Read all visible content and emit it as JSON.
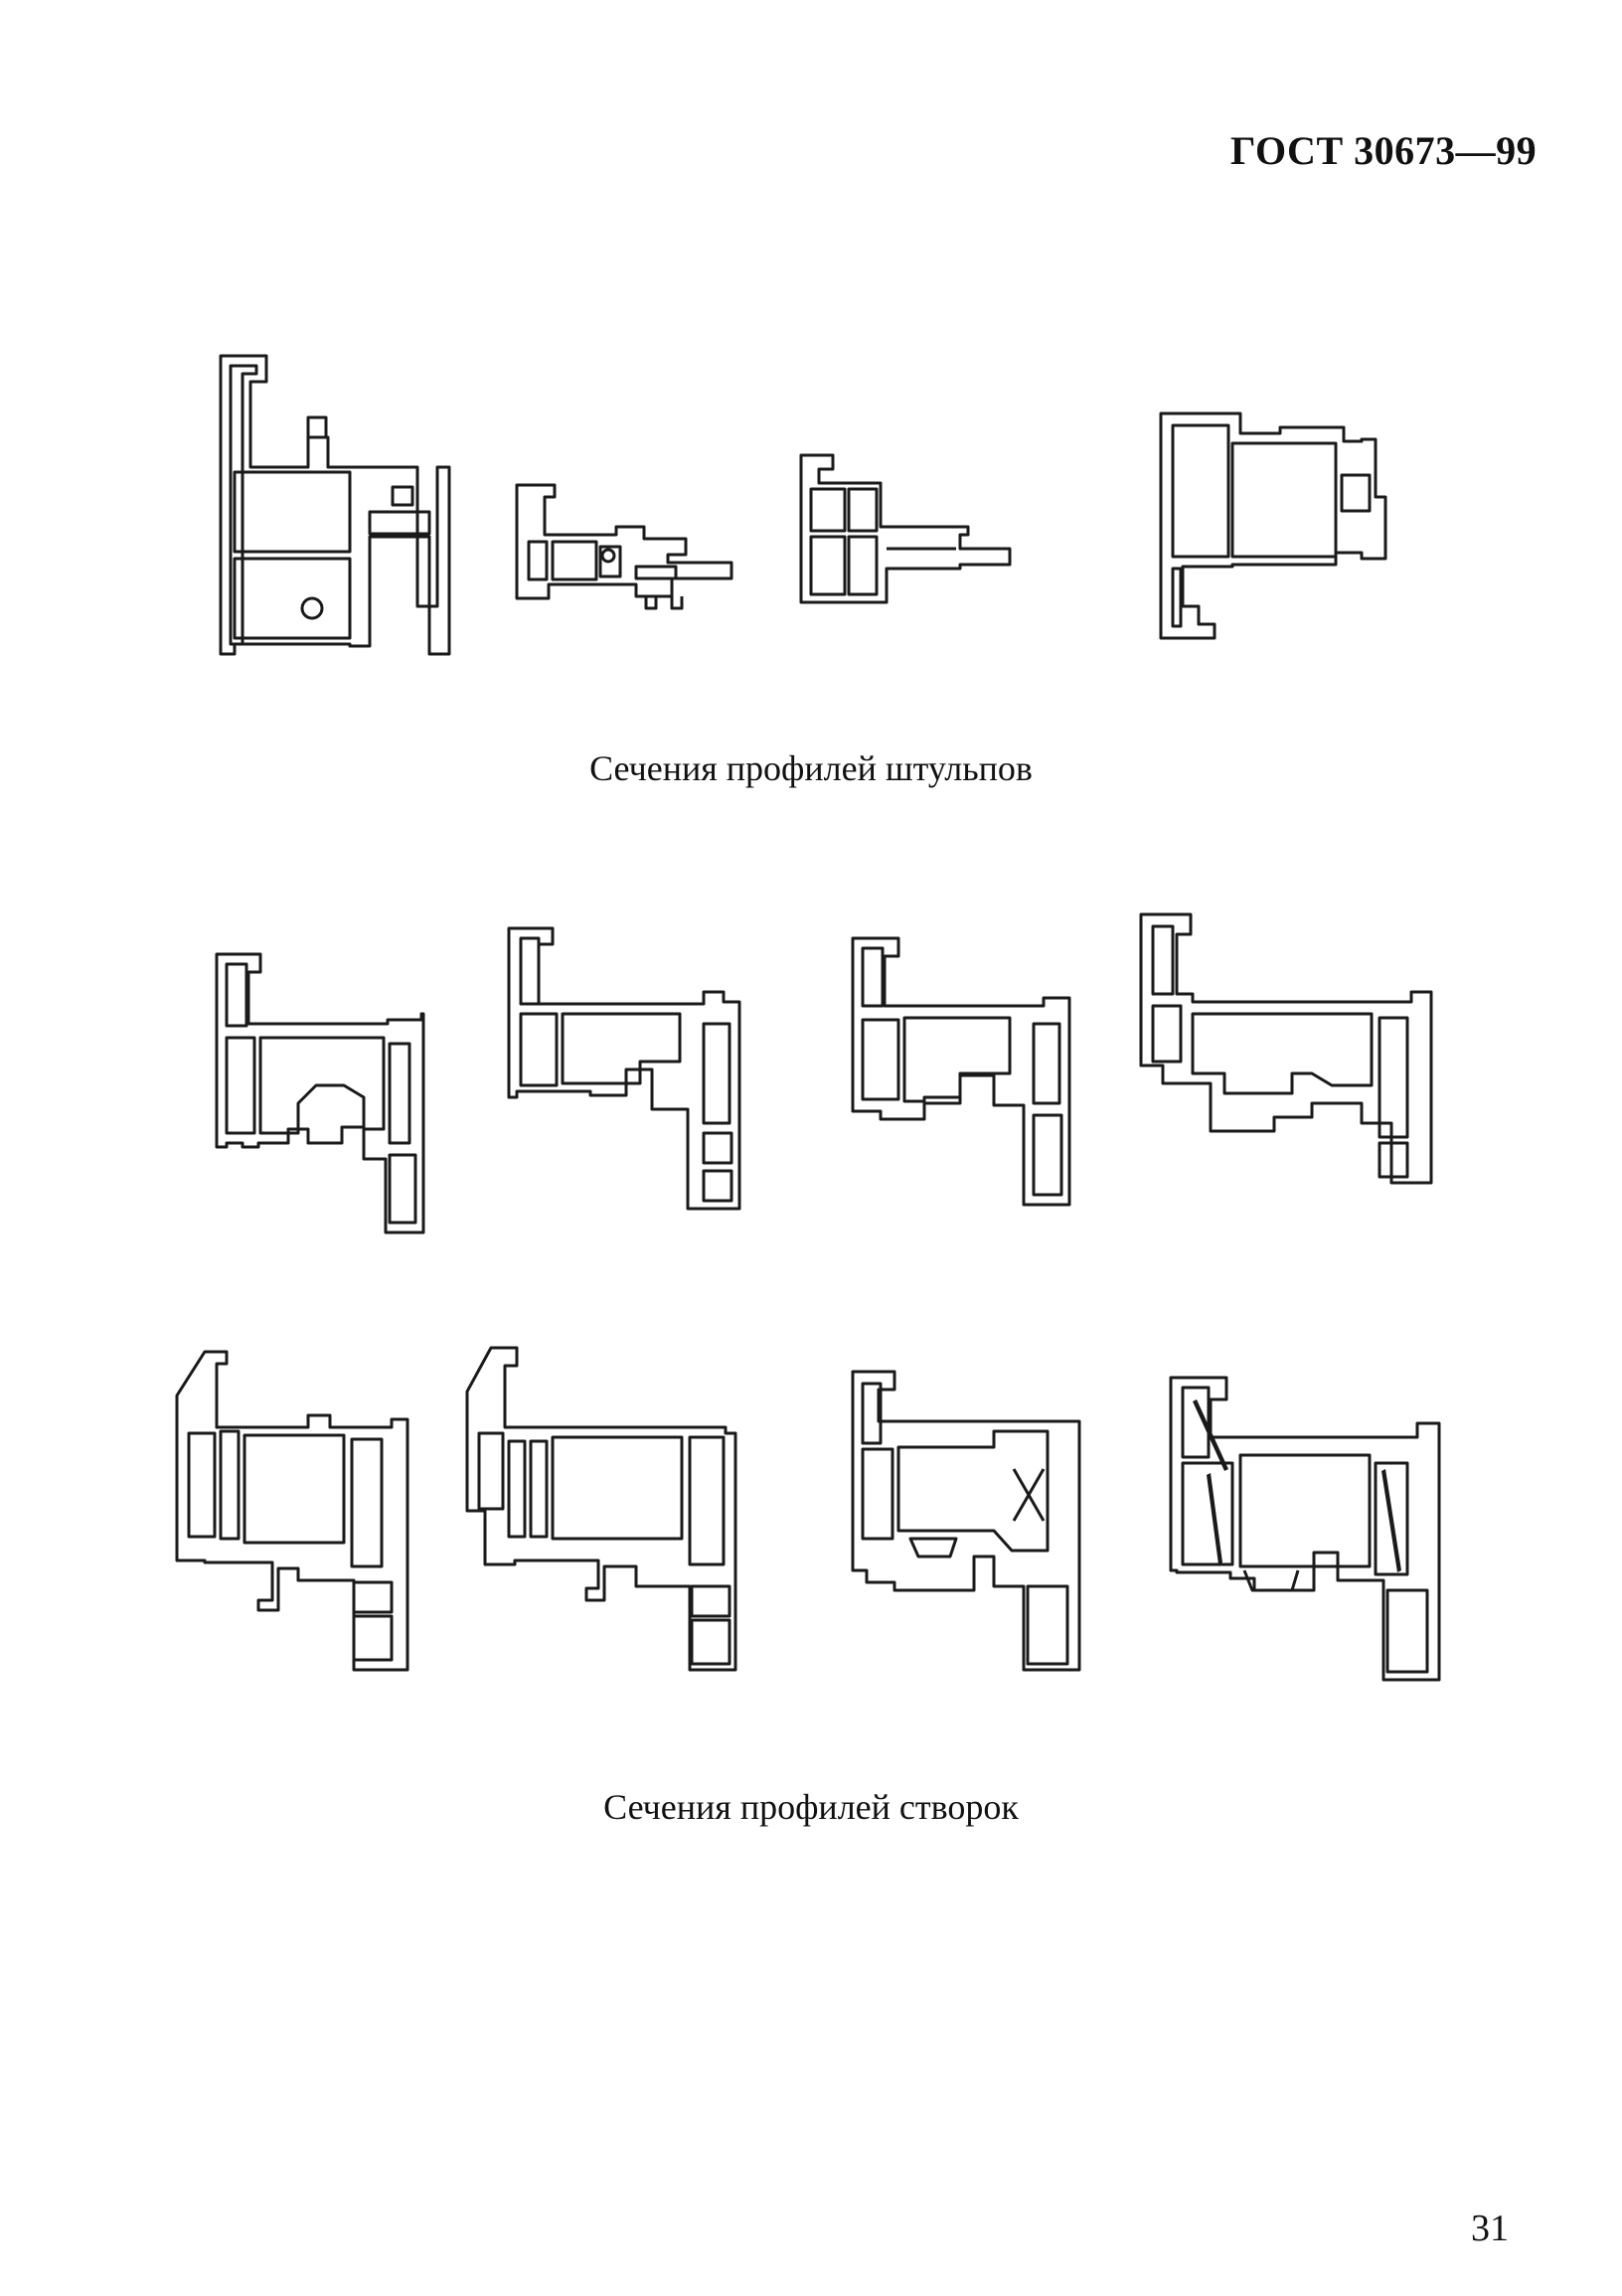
{
  "header": {
    "standard": "ГОСТ 30673—99"
  },
  "captions": {
    "mullion_sections": "Сечения профилей штульпов",
    "sash_sections": "Сечения профилей створок"
  },
  "page_number": "31"
}
